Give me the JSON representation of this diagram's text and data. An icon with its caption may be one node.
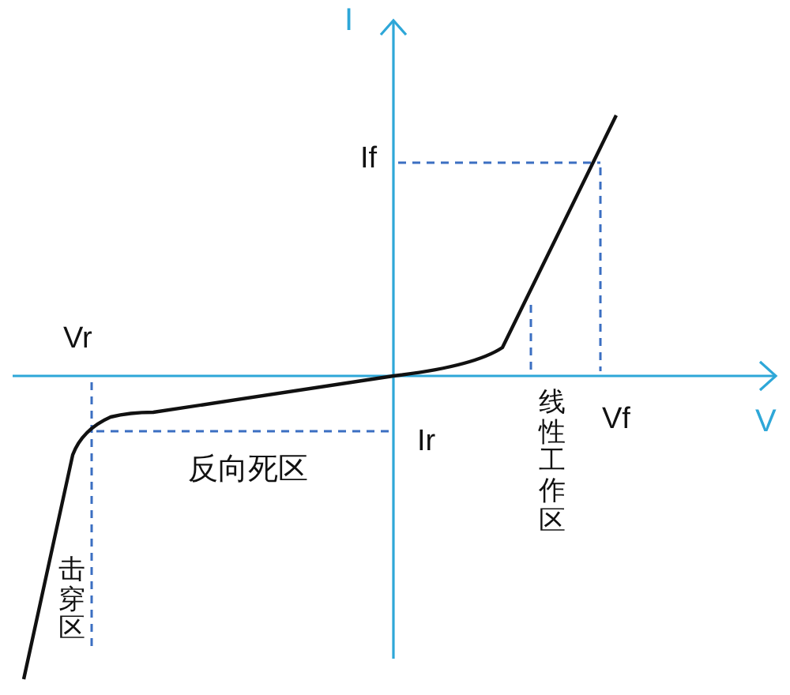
{
  "diagram": {
    "labels": [
      "I",
      "If",
      "Vr",
      "线性工作区",
      "Vf",
      "V",
      "Ir",
      "反向死区",
      "击穿区"
    ]
  }
}
